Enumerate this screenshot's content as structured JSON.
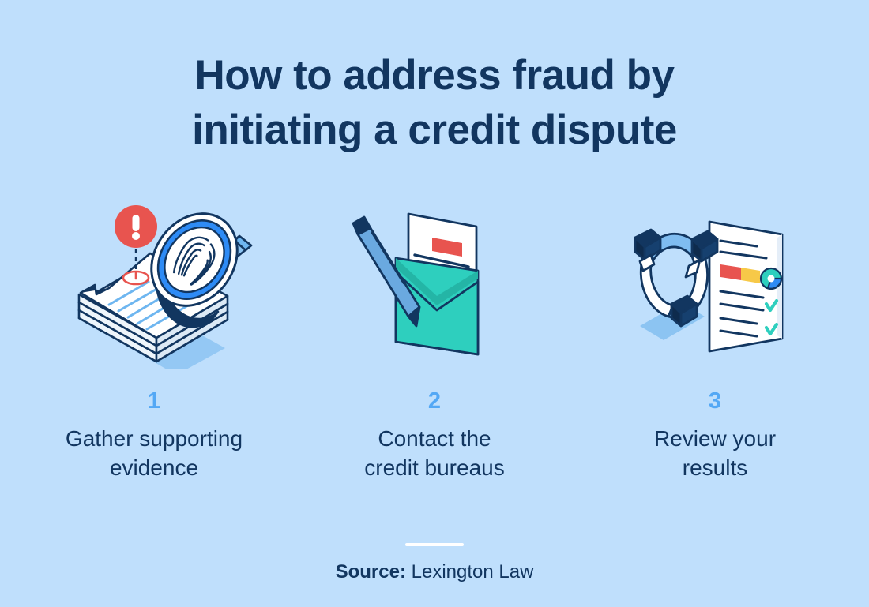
{
  "theme": {
    "background": "#bfdffc",
    "navy": "#123660",
    "accent_blue": "#53a8f5",
    "bright_blue": "#2e8bf5",
    "light_blue": "#8cc4f2",
    "teal": "#2ecfbe",
    "red": "#e8544f",
    "yellow": "#f7c948",
    "white": "#ffffff"
  },
  "title": {
    "line1": "How to address fraud by",
    "line2": "initiating a credit dispute"
  },
  "steps": [
    {
      "number": "1",
      "label_line1": "Gather supporting",
      "label_line2": "evidence",
      "illustration": "magnifier-fingerprint-documents-alert"
    },
    {
      "number": "2",
      "label_line1": "Contact the",
      "label_line2": "credit bureaus",
      "illustration": "envelope-letter-pen"
    },
    {
      "number": "3",
      "label_line1": "Review your",
      "label_line2": "results",
      "illustration": "refresh-arrows-checklist-document"
    }
  ],
  "footer": {
    "source_label": "Source:",
    "source_name": " Lexington Law"
  }
}
